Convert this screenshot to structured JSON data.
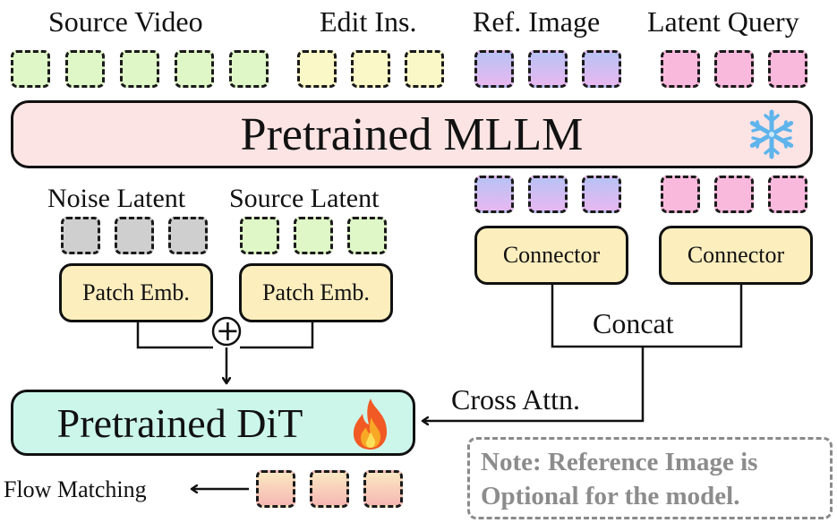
{
  "labels": {
    "source_video": "Source Video",
    "edit_ins": "Edit Ins.",
    "ref_image": "Ref. Image",
    "latent_query": "Latent Query",
    "noise_latent": "Noise Latent",
    "source_latent": "Source Latent",
    "concat": "Concat",
    "cross_attn": "Cross Attn.",
    "flow_matching": "Flow Matching",
    "plus": "+"
  },
  "blocks": {
    "mllm": "Pretrained MLLM",
    "dit": "Pretrained DiT",
    "patch_emb_noise": "Patch Emb.",
    "patch_emb_source": "Patch Emb.",
    "connector_ref": "Connector",
    "connector_query": "Connector"
  },
  "note": {
    "line1": "Note: Reference Image is",
    "line2": "Optional for the model."
  },
  "icons": {
    "mllm_status": "snowflake-icon",
    "dit_status": "fire-icon"
  },
  "colors": {
    "mllm_fill": "#fde4e4",
    "dit_fill": "#ccf6ea",
    "module_fill": "#fdeebe",
    "video_token": "#dff6c7",
    "instruction_token": "#fbf8c8",
    "query_token": "#f9b9dc",
    "noise_token": "#cfcfcf"
  }
}
